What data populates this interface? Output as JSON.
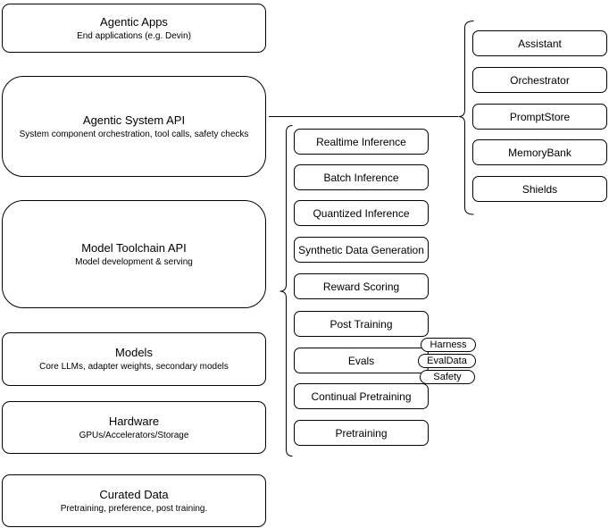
{
  "diagram": {
    "left_stack": [
      {
        "title": "Agentic Apps",
        "subtitle": "End applications (e.g. Devin)"
      },
      {
        "title": "Agentic System API",
        "subtitle": "System component orchestration, tool calls, safety checks"
      },
      {
        "title": "Model Toolchain API",
        "subtitle": "Model development & serving"
      },
      {
        "title": "Models",
        "subtitle": "Core LLMs, adapter weights, secondary models"
      },
      {
        "title": "Hardware",
        "subtitle": "GPUs/Accelerators/Storage"
      },
      {
        "title": "Curated Data",
        "subtitle": "Pretraining, preference, post training."
      }
    ],
    "toolchain_apis": [
      "Realtime Inference",
      "Batch Inference",
      "Quantized Inference",
      "Synthetic Data Generation",
      "Reward Scoring",
      "Post Training",
      "Evals",
      "Continual Pretraining",
      "Pretraining"
    ],
    "eval_tags": [
      "Harness",
      "EvalData",
      "Safety"
    ],
    "agentic_components": [
      "Assistant",
      "Orchestrator",
      "PromptStore",
      "MemoryBank",
      "Shields"
    ],
    "colors": {
      "stroke": "#000000",
      "background": "#ffffff"
    }
  }
}
